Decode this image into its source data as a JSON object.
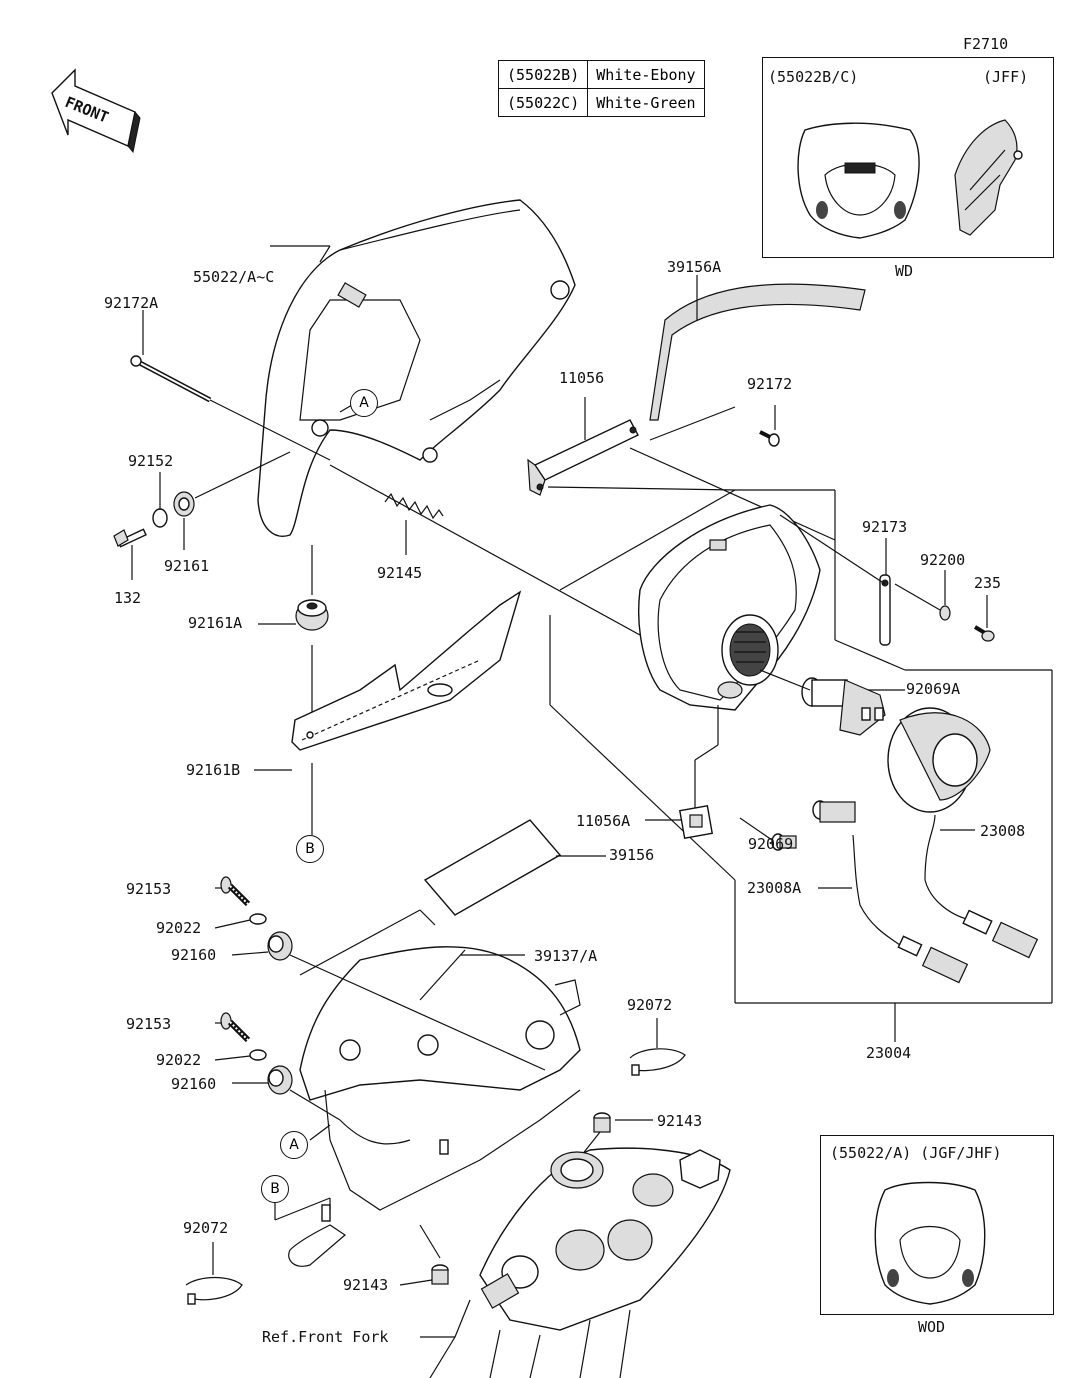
{
  "figure_code": "F2710",
  "front_label": "FRONT",
  "color_table": [
    {
      "code": "(55022B)",
      "color": "White-Ebony"
    },
    {
      "code": "(55022C)",
      "color": "White-Green"
    }
  ],
  "inset_wd": {
    "header_left": "(55022B/C)",
    "header_right": "(JFF)",
    "caption": "WD"
  },
  "inset_wod": {
    "header": "(55022/A) (JGF/JHF)",
    "caption": "WOD"
  },
  "markers": {
    "a": "A",
    "b": "B"
  },
  "part_labels": {
    "p55022": "55022/A~C",
    "p92172A": "92172A",
    "p92152": "92152",
    "p92161": "92161",
    "p132": "132",
    "p92145": "92145",
    "p92161A": "92161A",
    "p92161B": "92161B",
    "p39156A": "39156A",
    "p11056": "11056",
    "p92172": "92172",
    "p92173": "92173",
    "p92200": "92200",
    "p235": "235",
    "p92069A": "92069A",
    "p11056A": "11056A",
    "p92069": "92069",
    "p23008": "23008",
    "p23008A": "23008A",
    "p23004": "23004",
    "p39156": "39156",
    "p92153a": "92153",
    "p92022a": "92022",
    "p92160a": "92160",
    "p39137": "39137/A",
    "p92072a": "92072",
    "p92153b": "92153",
    "p92022b": "92022",
    "p92160b": "92160",
    "p92143a": "92143",
    "p92072b": "92072",
    "p92143b": "92143",
    "ref_fork": "Ref.Front Fork"
  }
}
